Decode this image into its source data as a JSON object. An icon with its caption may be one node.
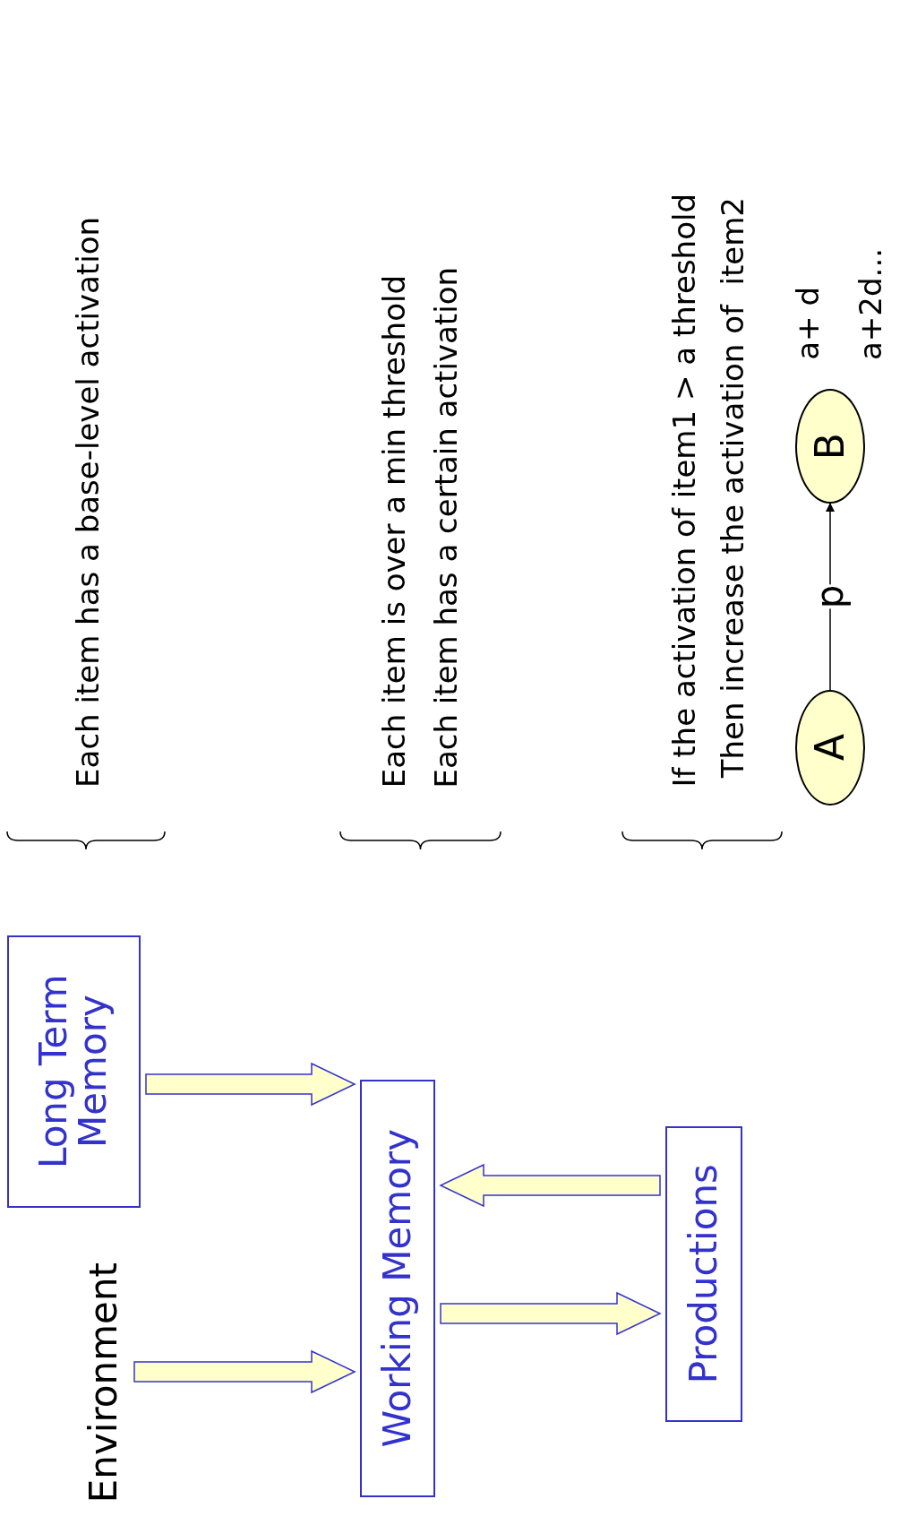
{
  "diagram": {
    "nodes": [
      {
        "text": [
          "Long Term Memory"
        ]
      },
      {
        "text": [
          "Environment"
        ]
      },
      {
        "text": [
          "Working Memory"
        ]
      },
      {
        "text": [
          "Productions"
        ]
      },
      {
        "text": [
          "A"
        ]
      },
      {
        "text": [
          "B"
        ]
      }
    ],
    "edges": [
      {
        "from": 0,
        "to": 2,
        "arrow": "to"
      },
      {
        "from": 1,
        "to": 2,
        "arrow": "to"
      },
      {
        "from": 3,
        "to": 2,
        "arrow": "to"
      },
      {
        "from": 2,
        "to": 3,
        "arrow": "to"
      },
      {
        "from": 4,
        "to": 5,
        "arrow": "to",
        "label": "p"
      }
    ],
    "labels": [
      "Each item has a base-level activation",
      "Each item is over a min threshold",
      "Each item has a certain activation",
      "If the activation of item1 > a threshold",
      "Then increase the activation of  item2",
      "a+ d",
      "a+2d..."
    ]
  }
}
